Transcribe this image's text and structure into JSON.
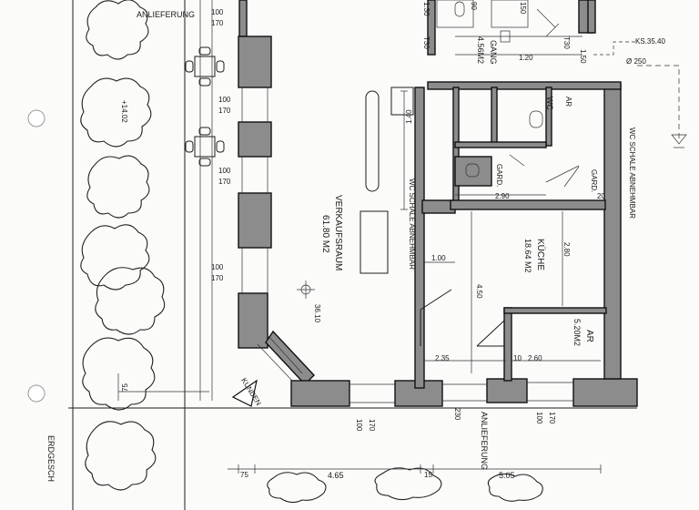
{
  "plan": {
    "title_fragment": "ERDGESCH",
    "rooms": {
      "verkaufsraum": {
        "name": "VERKAUFSRAUM",
        "area": "61.80 M2"
      },
      "kueche": {
        "name": "KÜCHE",
        "area": "18.64 M2"
      },
      "ar": {
        "name": "AR",
        "area": "5.20M2"
      },
      "gang": {
        "name": "GANG",
        "area": "4.56M2"
      },
      "wc": {
        "name": "WC"
      }
    },
    "labels": {
      "anlieferung_top": "ANLIEFERUNG",
      "anlieferung_bottom": "ANLIEFERUNG",
      "kunden": "KUNDEN",
      "wc_schale_1": "WC SCHALE ABNEHMBAR",
      "wc_schale_2": "WC SCHALE ABNEHMBAR",
      "ks": "KS.35.40",
      "diameter": "Ø 250",
      "garderobe": "GARD.",
      "ar_small": "AR"
    },
    "dimensions": {
      "d_100_170_a": "100",
      "d_100_170_a2": "170",
      "d_100_170_b": "100",
      "d_100_170_b2": "170",
      "d_100_170_c": "100",
      "d_100_170_c2": "170",
      "d_100_170_d": "100",
      "d_100_170_d2": "170",
      "d_1_40": "1.40",
      "d_1_30": "1.30",
      "d_1_50": "1.50",
      "d_1_20": "1.20",
      "d_2_90": "2.90",
      "d_2_80": "2.80",
      "d_4_50": "4.50",
      "d_1_00": "1.00",
      "d_2_35": "2.35",
      "d_2_60": "2.60",
      "d_10": "10",
      "d_20": "20",
      "d_36_10": "36.10",
      "d_14_02": "+14.02",
      "d_4_65": "4.65",
      "d_5_05": "5.05",
      "d_75_a": "75",
      "d_75_b": "75",
      "d_15": "15",
      "d_170_a": "170",
      "d_170_b": "170",
      "d_230": "230",
      "d_100_bottom": "100",
      "d_100_bottom2": "100",
      "d_t30_a": "T30",
      "d_t30_b": "T30",
      "d_150": "150",
      "d_90": "90"
    }
  }
}
